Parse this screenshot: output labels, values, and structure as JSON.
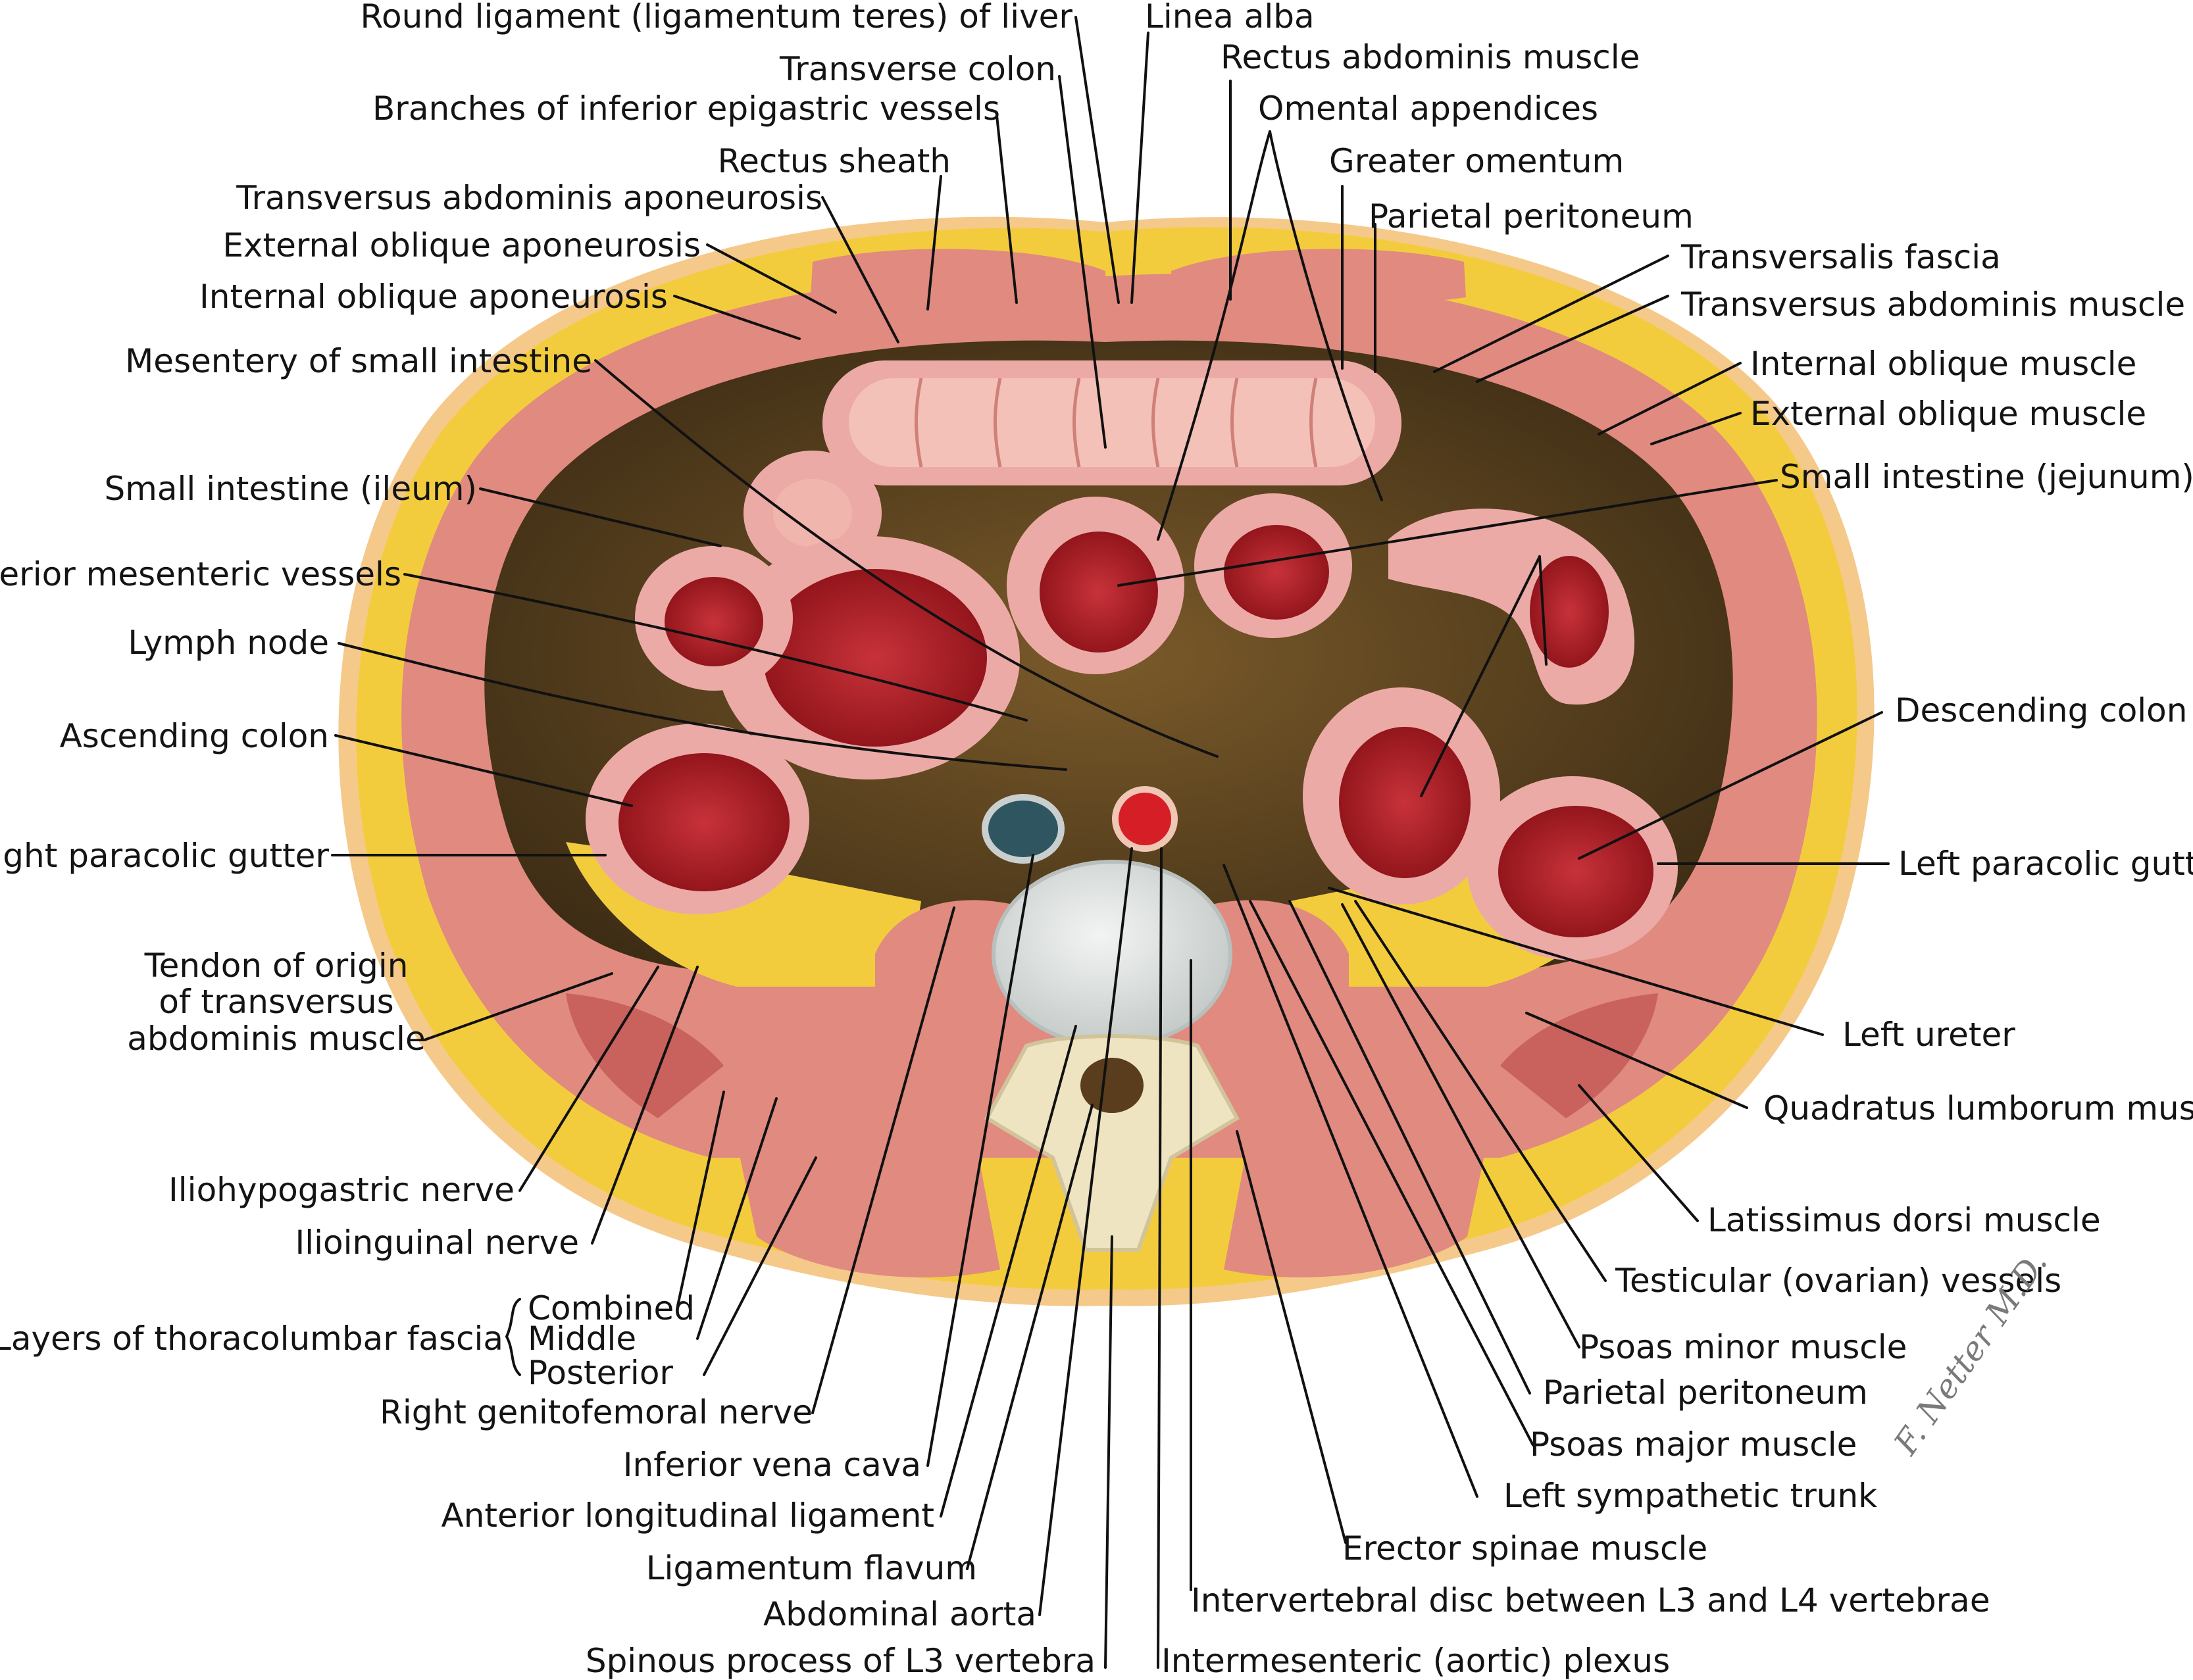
{
  "figure": {
    "signature": "F. Netter M.D.",
    "colors": {
      "fat": "#f3cc3e",
      "fat_light": "#f8e27a",
      "skin": "#f5c98a",
      "muscle": "#e08a80",
      "muscle_dark": "#c9615c",
      "bowel_wall": "#ecaaa6",
      "lumen": "#b8232b",
      "cavity": "#5a4220",
      "disc": "#dfe3e2",
      "bone": "#efe4c2",
      "ivc": "#2f5560",
      "aorta": "#d61e26"
    }
  },
  "labels": {
    "round_ligament": "Round ligament (ligamentum teres) of liver",
    "linea_alba": "Linea alba",
    "transverse_colon": "Transverse colon",
    "rectus_abdominis": "Rectus abdominis muscle",
    "branches_epigastric": "Branches of inferior epigastric vessels",
    "omental_appendices": "Omental appendices",
    "rectus_sheath": "Rectus sheath",
    "greater_omentum": "Greater omentum",
    "transversus_aponeurosis": "Transversus abdominis aponeurosis",
    "parietal_peritoneum_top": "Parietal peritoneum",
    "external_oblique_aponeurosis": "External oblique aponeurosis",
    "transversalis_fascia": "Transversalis fascia",
    "internal_oblique_aponeurosis": "Internal oblique aponeurosis",
    "transversus_muscle": "Transversus abdominis muscle",
    "mesentery": "Mesentery of small intestine",
    "internal_oblique_muscle": "Internal oblique muscle",
    "external_oblique_muscle": "External oblique muscle",
    "ileum": "Small intestine (ileum)",
    "jejunum": "Small intestine (jejunum)",
    "superior_mesenteric": "Superior mesenteric vessels",
    "lymph_node": "Lymph node",
    "descending_colon": "Descending colon",
    "ascending_colon": "Ascending colon",
    "right_paracolic": "Right paracolic gutter",
    "left_paracolic": "Left paracolic gutter",
    "tendon_origin_1": "Tendon of origin",
    "tendon_origin_2": "of transversus",
    "tendon_origin_3": "abdominis muscle",
    "left_ureter": "Left ureter",
    "quadratus_lumborum": "Quadratus lumborum muscle",
    "iliohypogastric": "Iliohypogastric nerve",
    "latissimus_dorsi": "Latissimus dorsi muscle",
    "ilioinguinal": "Ilioinguinal nerve",
    "testicular_vessels": "Testicular (ovarian) vessels",
    "combined": "Combined",
    "thoracolumbar_layers": "Layers of thoracolumbar fascia",
    "middle": "Middle",
    "posterior": "Posterior",
    "psoas_minor": "Psoas minor muscle",
    "right_genitofemoral": "Right genitofemoral nerve",
    "parietal_peritoneum_bottom": "Parietal peritoneum",
    "inferior_vena_cava": "Inferior vena cava",
    "psoas_major": "Psoas major muscle",
    "anterior_longitudinal": "Anterior longitudinal ligament",
    "left_sympathetic": "Left sympathetic trunk",
    "erector_spinae": "Erector spinae muscle",
    "ligamentum_flavum": "Ligamentum flavum",
    "intervertebral_disc": "Intervertebral disc between L3 and L4 vertebrae",
    "abdominal_aorta": "Abdominal aorta",
    "spinous_process": "Spinous process of L3 vertebra",
    "intermesenteric_plexus": "Intermesenteric (aortic) plexus"
  }
}
